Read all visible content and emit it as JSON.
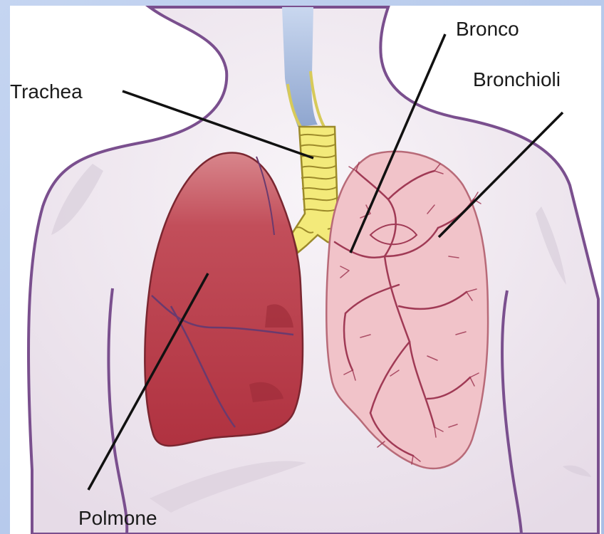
{
  "labels": {
    "trachea": "Trachea",
    "bronco": "Bronco",
    "bronchioli": "Bronchioli",
    "polmone": "Polmone"
  },
  "colors": {
    "frame_blue": "#bfd0ee",
    "body_fill": "#ece4ec",
    "outline": "#7a4f8e",
    "lung_red": "#b8424f",
    "lung_pink": "#f0c0c6",
    "bronchi_vessels": "#a03a55",
    "trachea_yellow": "#f3ea7a",
    "airway_blue": "#9fb4d6"
  }
}
